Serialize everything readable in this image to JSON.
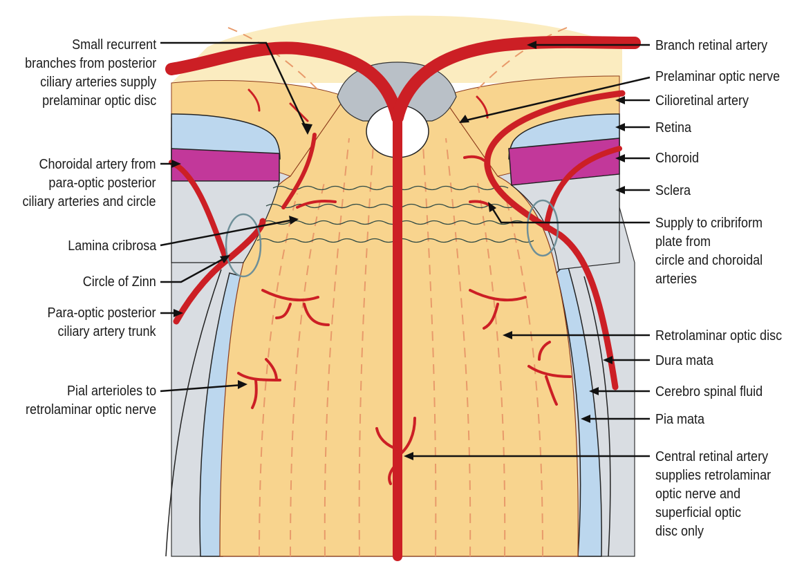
{
  "labels_left": [
    "Small recurrent\nbranches from posterior\nciliary arteries supply\nprelaminar optic disc",
    "Choroidal artery from\npara-optic posterior\nciliary arteries and circle",
    "Lamina cribrosa",
    "Circle of Zinn",
    "Para-optic posterior\nciliary artery trunk",
    "Pial arterioles to\nretrolaminar optic nerve"
  ],
  "labels_right": [
    "Branch retinal artery",
    "Prelaminar optic nerve",
    "Cilioretinal artery",
    "Retina",
    "Choroid",
    "Sclera",
    "Supply to cribriform\nplate from\ncircle and choroidal\narteries",
    "Retrolaminar optic disc",
    "Dura mata",
    "Cerebro spinal fluid",
    "Pia mata",
    "Central retinal artery\nsupplies retrolaminar\noptic nerve and\nsuperficial optic\ndisc only"
  ],
  "colors": {
    "nerve": "#f8d48e",
    "vitreous": "#fbecc0",
    "retina": "#bcd7ee",
    "choroid": "#c2389a",
    "sclera": "#d9dde2",
    "cup": "#b9c0c7",
    "artery": "#cc1f25",
    "dashes": "#e89a6a",
    "lamina": "#2f4a44",
    "zinn": "#6e8f98",
    "text": "#1a1a1a"
  }
}
